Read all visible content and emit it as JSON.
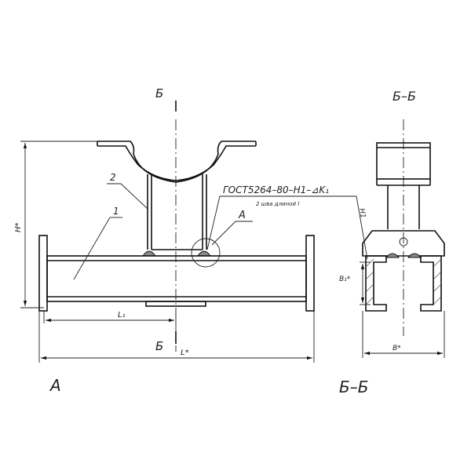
{
  "section_mark": "Б",
  "section_title": "Б–Б",
  "view_letter_main": "А",
  "view_letter_detail": "А",
  "part_numbers": [
    "1",
    "2"
  ],
  "weld_symbol": "ГОСТ5264–80–Н1–⊿K₁",
  "weld_note": "2 шва длиной l",
  "weld_mark_side": "Н1",
  "dimensions": {
    "height": "H*",
    "length": "L*",
    "offset": "L₁",
    "width": "B*",
    "width_inner": "B₁*"
  }
}
